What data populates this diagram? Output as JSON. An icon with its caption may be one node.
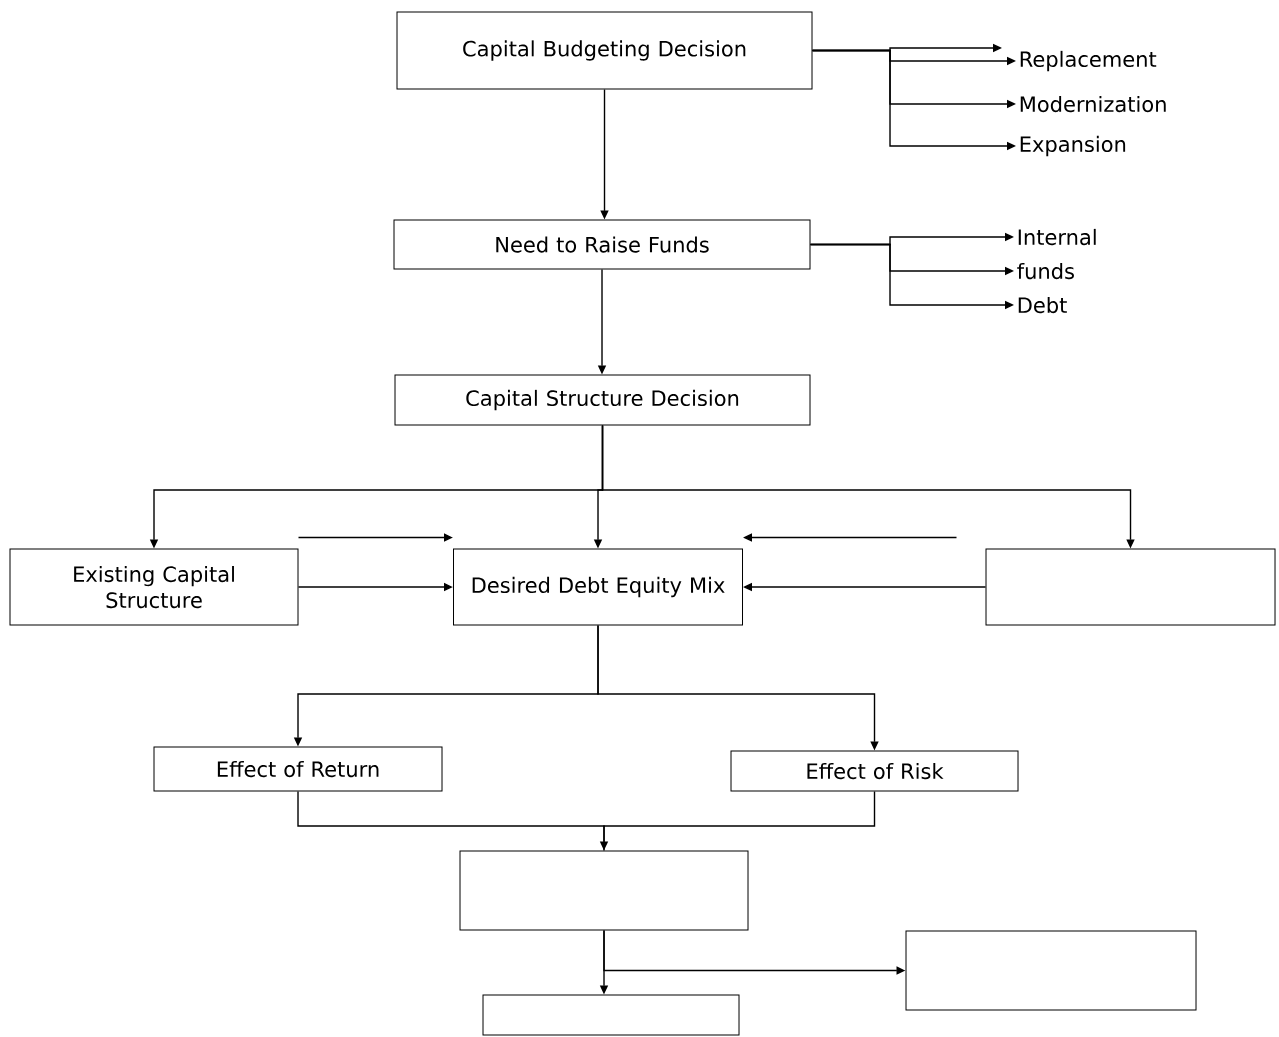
{
  "diagram": {
    "nodes": [
      {
        "text": [
          "Capital Budgeting Decision"
        ]
      },
      {
        "text": [
          "Replacement"
        ]
      },
      {
        "text": [
          "Modernization"
        ]
      },
      {
        "text": [
          "Expansion"
        ]
      },
      {
        "text": [
          "Need to Raise Funds"
        ]
      },
      {
        "text": [
          "Internal"
        ]
      },
      {
        "text": [
          "funds"
        ]
      },
      {
        "text": [
          "Debt"
        ]
      },
      {
        "text": [
          "Capital Structure Decision"
        ]
      },
      {
        "text": [
          "Existing Capital Structure"
        ]
      },
      {
        "text": [
          "Desired Debt Equity Mix"
        ]
      },
      {
        "text": [],
        "shape": "box"
      },
      {
        "text": [
          "Effect of Return"
        ]
      },
      {
        "text": [
          "Effect of Risk"
        ]
      },
      {
        "text": [],
        "shape": "box"
      },
      {
        "text": [],
        "shape": "box"
      },
      {
        "text": [],
        "shape": "box"
      }
    ],
    "edges": [
      {
        "from": 0,
        "to": 1,
        "arrow": "to"
      },
      {
        "from": 0,
        "to": 1,
        "arrow": "to"
      },
      {
        "from": 0,
        "to": 2,
        "arrow": "to"
      },
      {
        "from": 0,
        "to": 3,
        "arrow": "to"
      },
      {
        "from": 0,
        "to": 4,
        "arrow": "to"
      },
      {
        "from": 4,
        "to": 5,
        "arrow": "to"
      },
      {
        "from": 4,
        "to": 6,
        "arrow": "to"
      },
      {
        "from": 4,
        "to": 7,
        "arrow": "to"
      },
      {
        "from": 4,
        "to": 8,
        "arrow": "to"
      },
      {
        "from": 8,
        "to": 9,
        "arrow": "to"
      },
      {
        "from": 8,
        "to": 10,
        "arrow": "to"
      },
      {
        "from": 8,
        "to": 11,
        "arrow": "to"
      },
      {
        "from": 9,
        "to": 10,
        "arrow": "to"
      },
      {
        "from": 9,
        "to": 10,
        "arrow": "to"
      },
      {
        "from": 11,
        "to": 10,
        "arrow": "to"
      },
      {
        "from": 11,
        "to": 10,
        "arrow": "to"
      },
      {
        "from": 10,
        "to": 12,
        "arrow": "to"
      },
      {
        "from": 10,
        "to": 13,
        "arrow": "to"
      },
      {
        "from": 12,
        "to": 14,
        "arrow": "none"
      },
      {
        "from": 13,
        "to": 14,
        "arrow": "to"
      },
      {
        "from": 14,
        "to": 16,
        "arrow": "to"
      },
      {
        "from": 14,
        "to": 15,
        "arrow": "to"
      }
    ]
  }
}
